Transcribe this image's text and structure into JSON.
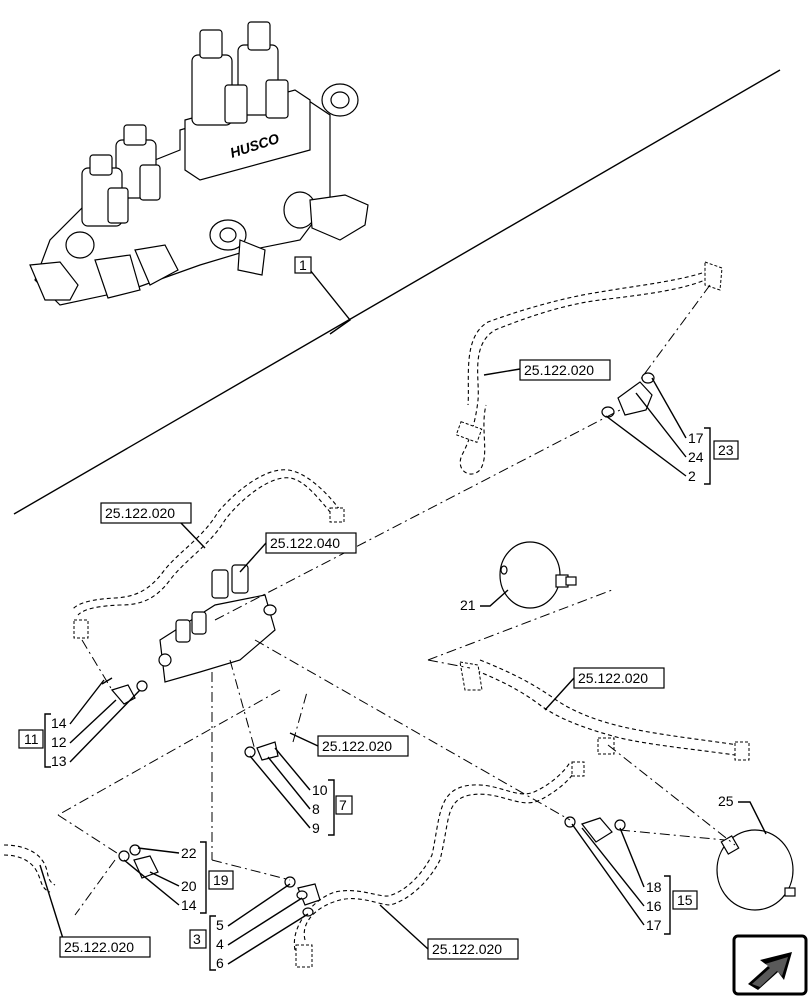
{
  "references": {
    "ref_a": "25.122.020",
    "ref_b": "25.122.020",
    "ref_c": "25.122.040",
    "ref_d": "25.122.020",
    "ref_e": "25.122.020",
    "ref_f": "25.122.020",
    "ref_g": "25.122.020"
  },
  "callouts": {
    "item_1": "1",
    "item_21": "21",
    "item_25": "25",
    "brand_text": "HUSCO"
  },
  "groups": {
    "g23": {
      "box": "23",
      "items": [
        "17",
        "24",
        "2"
      ]
    },
    "g11": {
      "box": "11",
      "items": [
        "14",
        "12",
        "13"
      ]
    },
    "g7": {
      "box": "7",
      "items": [
        "10",
        "8",
        "9"
      ]
    },
    "g19": {
      "box": "19",
      "items": [
        "22",
        "20",
        "14"
      ]
    },
    "g3": {
      "box": "3",
      "items": [
        "5",
        "4",
        "6"
      ]
    },
    "g15": {
      "box": "15",
      "items": [
        "18",
        "16",
        "17"
      ]
    }
  },
  "icons": {
    "nav": "next-page-arrow-icon"
  }
}
